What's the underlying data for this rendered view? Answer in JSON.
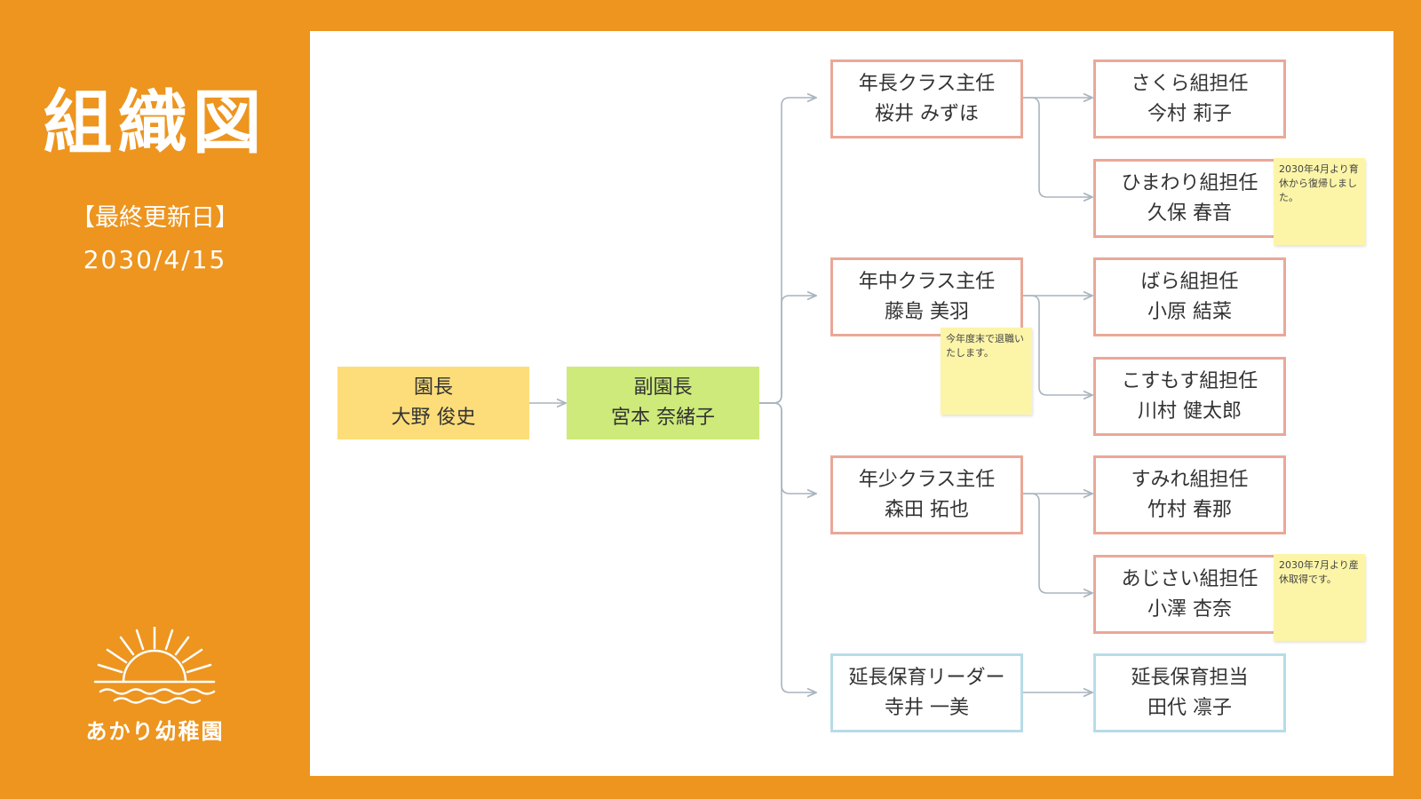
{
  "sidebar": {
    "title": "組織図",
    "updated_label": "【最終更新日】",
    "updated_date": "2030/4/15",
    "logo_name": "あかり幼稚園"
  },
  "chart": {
    "principal": {
      "role": "園長",
      "name": "大野 俊史"
    },
    "vice_principal": {
      "role": "副園長",
      "name": "宮本 奈緒子"
    },
    "leaders": [
      {
        "role": "年長クラス主任",
        "name": "桜井 みずほ"
      },
      {
        "role": "年中クラス主任",
        "name": "藤島 美羽"
      },
      {
        "role": "年少クラス主任",
        "name": "森田 拓也"
      },
      {
        "role": "延長保育リーダー",
        "name": "寺井 一美"
      }
    ],
    "staff": [
      {
        "role": "さくら組担任",
        "name": "今村 莉子"
      },
      {
        "role": "ひまわり組担任",
        "name": "久保 春音"
      },
      {
        "role": "ばら組担任",
        "name": "小原 結菜"
      },
      {
        "role": "こすもす組担任",
        "name": "川村 健太郎"
      },
      {
        "role": "すみれ組担任",
        "name": "竹村 春那"
      },
      {
        "role": "あじさい組担任",
        "name": "小澤 杏奈"
      },
      {
        "role": "延長保育担当",
        "name": "田代 凛子"
      }
    ],
    "notes": [
      {
        "text": "今年度末で退職いたします。"
      },
      {
        "text": "2030年4月より育休から復帰しました。"
      },
      {
        "text": "2030年7月より産休取得です。"
      }
    ]
  },
  "colors": {
    "background": "#ED951F",
    "principal_fill": "#FCDD7A",
    "vice_fill": "#CDEA7A",
    "class_border": "#E9A898",
    "extended_border": "#B7DCE7",
    "sticky_note": "#FCF5A8",
    "connector": "#A9B4BE"
  },
  "icons": {
    "logo": "sunrise-icon"
  }
}
